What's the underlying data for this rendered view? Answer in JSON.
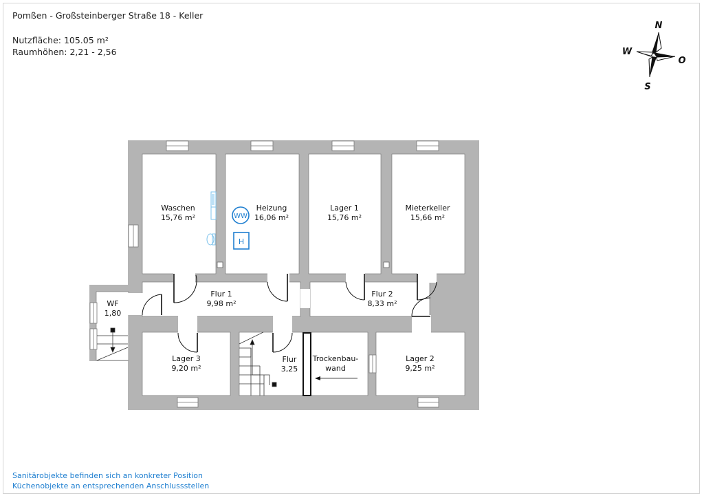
{
  "header": {
    "title": "Pomßen - Großsteinberger Straße 18 - Keller",
    "area": "Nutzfläche: 105.05 m²",
    "heights": "Raumhöhen: 2,21 - 2,56"
  },
  "compass": {
    "n": "N",
    "w": "W",
    "o": "O",
    "s": "S"
  },
  "rooms": {
    "waschen": {
      "name": "Waschen",
      "area": "15,76 m²"
    },
    "heizung": {
      "name": "Heizung",
      "area": "16,06 m²"
    },
    "lager1": {
      "name": "Lager 1",
      "area": "15,76 m²"
    },
    "mieterkeller": {
      "name": "Mieterkeller",
      "area": "15,66 m²"
    },
    "flur1": {
      "name": "Flur 1",
      "area": "9,98 m²"
    },
    "flur2": {
      "name": "Flur 2",
      "area": "8,33 m²"
    },
    "wf": {
      "name": "WF",
      "area": "1,80"
    },
    "lager3": {
      "name": "Lager 3",
      "area": "9,20 m²"
    },
    "flur": {
      "name": "Flur",
      "area": "3,25"
    },
    "lager2": {
      "name": "Lager 2",
      "area": "9,25 m²"
    }
  },
  "labels": {
    "trockenbau_1": "Trockenbau-",
    "trockenbau_2": "wand",
    "ww_symbol": "WW",
    "heater_symbol": "H"
  },
  "colors": {
    "wall": "#b4b4b4",
    "accent": "#1f7fd0",
    "sanitary": "#7ec3ec"
  },
  "footer": {
    "line1": "Sanitärobjekte befinden sich an konkreter Position",
    "line2": "Küchenobjekte an entsprechenden Anschlussstellen"
  }
}
